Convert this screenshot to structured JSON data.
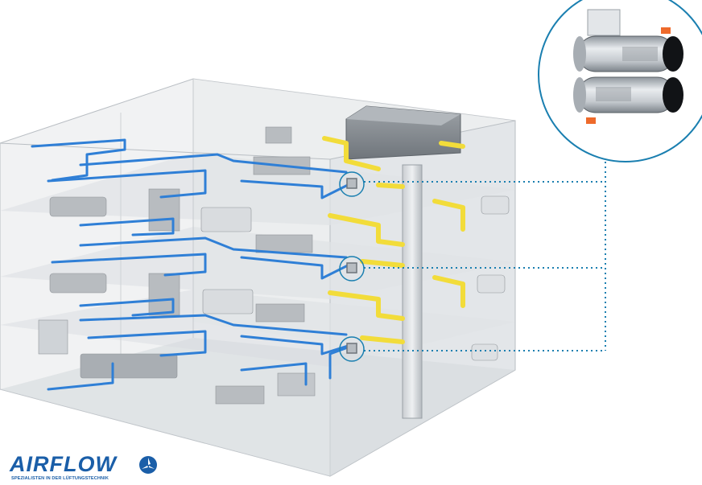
{
  "brand": {
    "name": "AIRFLOW",
    "tagline": "SPEZIALISTEN IN DER LÜFTUNGSTECHNIK",
    "color": "#1a5ea8"
  },
  "diagram": {
    "floors": 3,
    "callout_color": "#1a7fb0",
    "duct_colors": {
      "supply": "#2f7fd6",
      "extract": "#f2dc3a"
    },
    "icons": [
      "ventilation-unit-icon",
      "sink-icon",
      "bed-icon",
      "sofa-icon",
      "conference-table-icon",
      "desk-icon"
    ]
  }
}
